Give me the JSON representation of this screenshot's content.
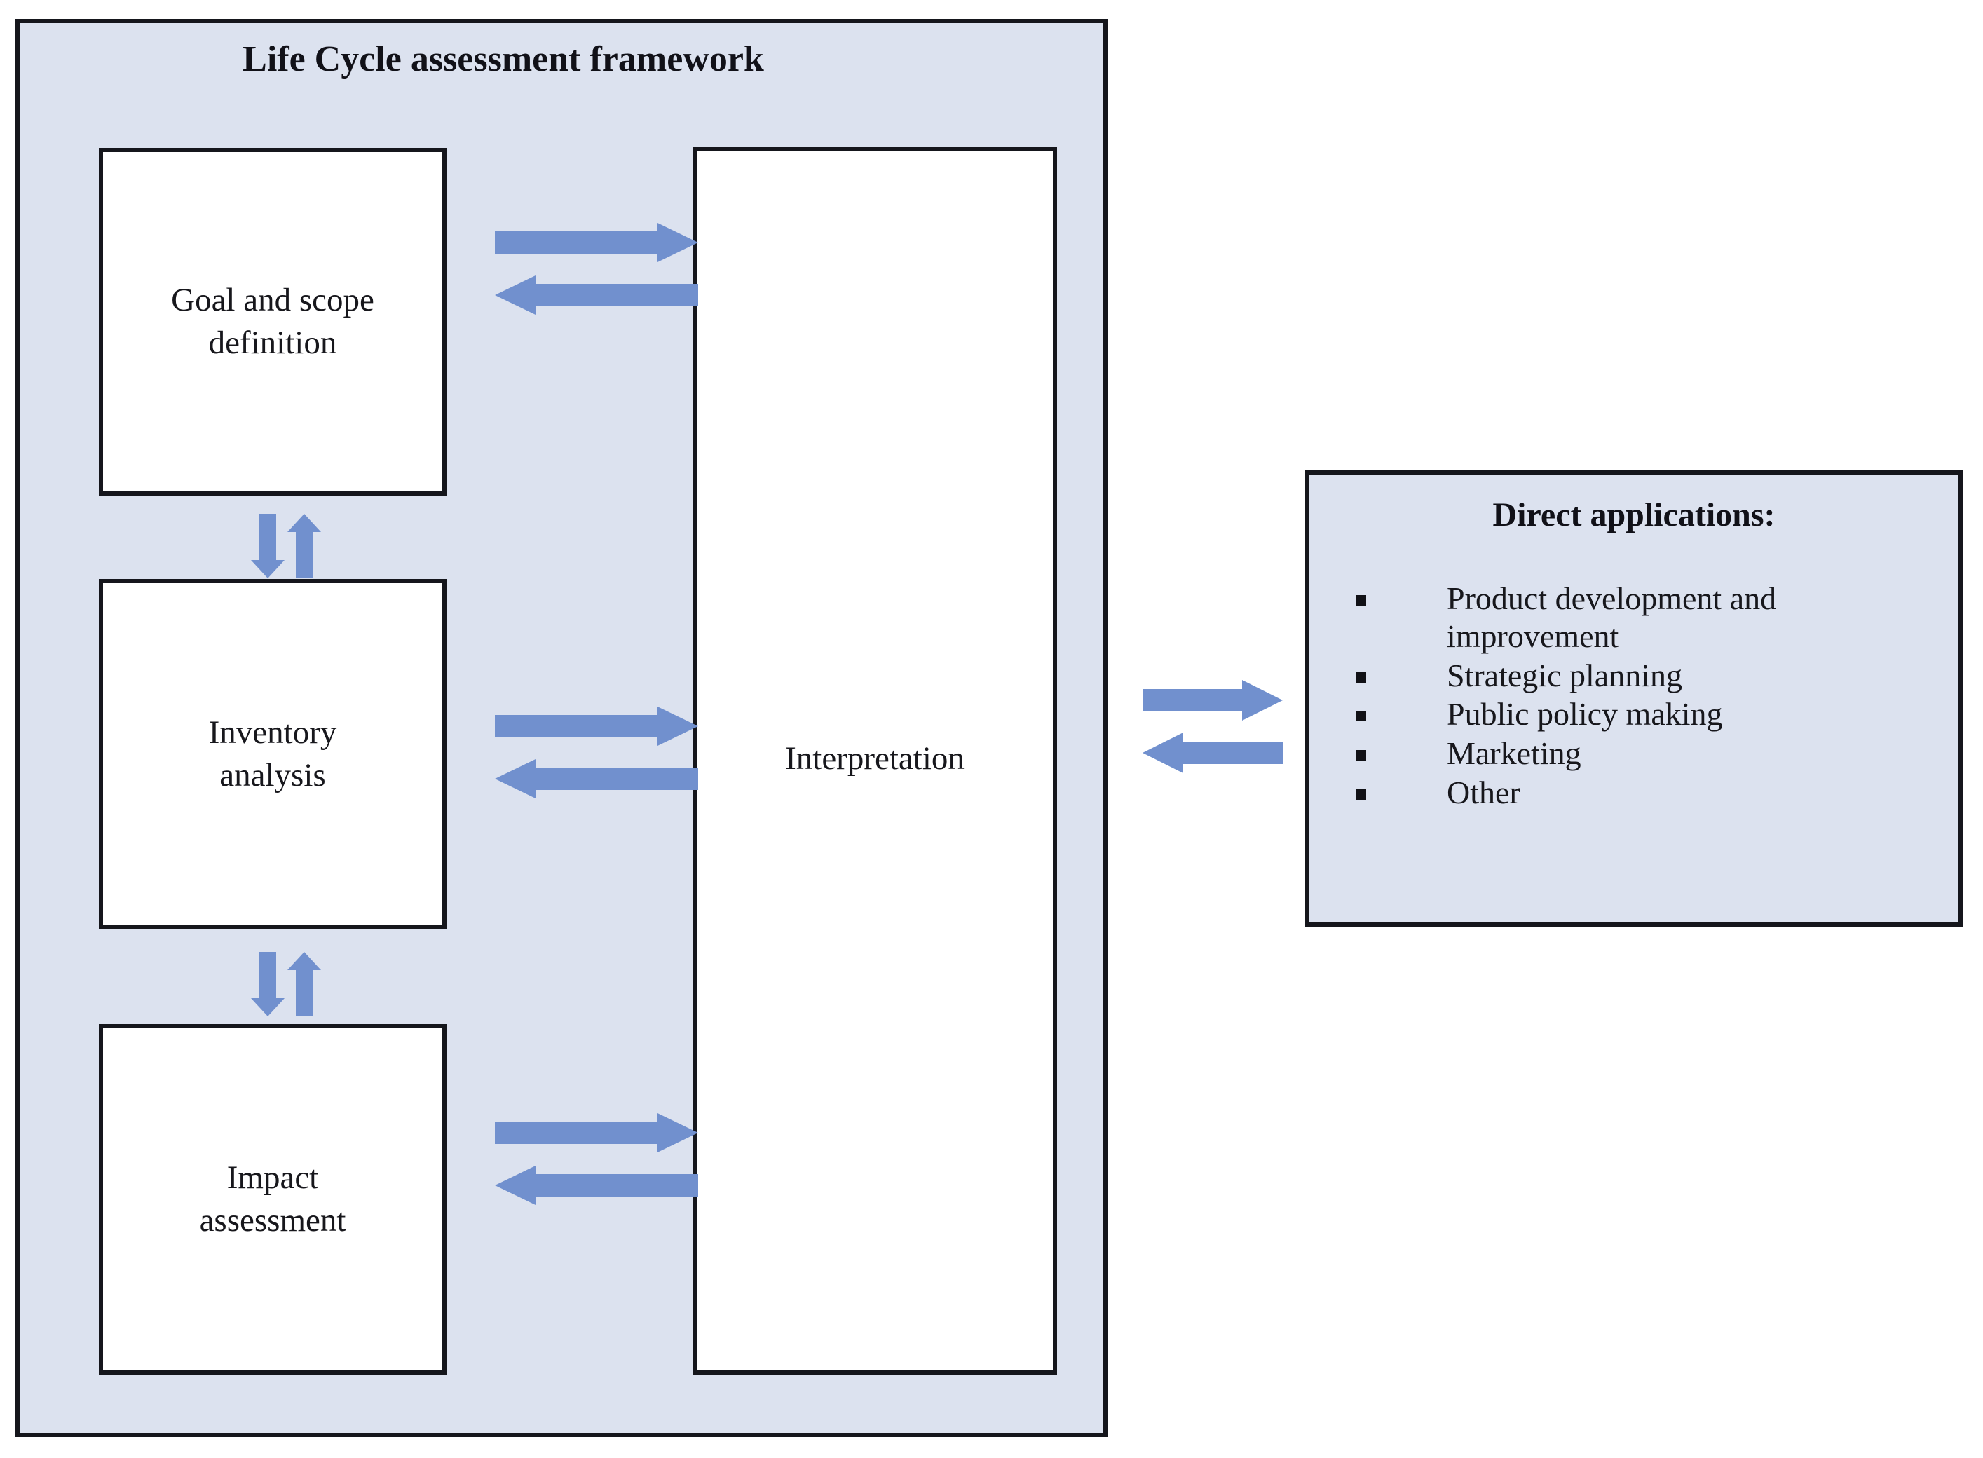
{
  "diagram": {
    "framework": {
      "title": "Life Cycle assessment framework",
      "background_color": "#DCE2EF",
      "border_color": "#15161C",
      "stages": [
        {
          "id": "goal-and-scope-definition",
          "label": "Goal and scope\ndefinition"
        },
        {
          "id": "inventory-analysis",
          "label": "Inventory\nanalysis"
        },
        {
          "id": "impact-assessment",
          "label": "Impact\nassessment"
        }
      ],
      "interpretation": {
        "id": "interpretation",
        "label": "Interpretation"
      }
    },
    "applications": {
      "title": "Direct applications:",
      "background_color": "#DCE2EF",
      "bullet_glyph": "square",
      "items": [
        "Product development and improvement",
        "Strategic planning",
        "Public policy making",
        "Marketing",
        "Other"
      ]
    },
    "arrows": {
      "color": "#7190CE",
      "connections": [
        {
          "name": "goal-to-interpretation",
          "direction": "right"
        },
        {
          "name": "interpretation-to-goal",
          "direction": "left"
        },
        {
          "name": "goal-to-inventory",
          "direction": "down"
        },
        {
          "name": "inventory-to-goal",
          "direction": "up"
        },
        {
          "name": "inventory-to-interpretation",
          "direction": "right"
        },
        {
          "name": "interpretation-to-inventory",
          "direction": "left"
        },
        {
          "name": "inventory-to-impact",
          "direction": "down"
        },
        {
          "name": "impact-to-inventory",
          "direction": "up"
        },
        {
          "name": "impact-to-interpretation",
          "direction": "right"
        },
        {
          "name": "interpretation-to-impact",
          "direction": "left"
        },
        {
          "name": "interpretation-to-applications",
          "direction": "right"
        },
        {
          "name": "applications-to-interpretation",
          "direction": "left"
        }
      ]
    }
  }
}
